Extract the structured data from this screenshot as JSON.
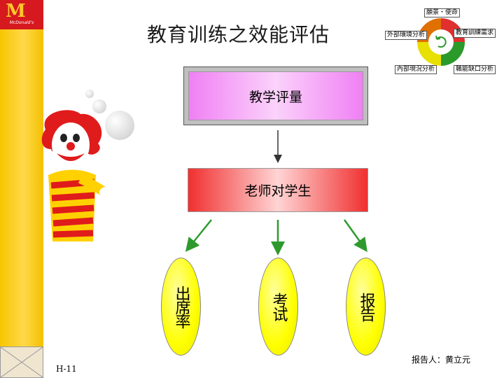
{
  "brand": {
    "logo_mark": "M",
    "logo_text": "McDonald's",
    "sidebar_color": "#f7c600",
    "logo_bg": "#d6181f"
  },
  "title": "教育训练之效能评估",
  "cycle_diagram": {
    "labels": {
      "top": "願景・使命",
      "left": "外部環境分析",
      "right": "教育訓練需求",
      "bottom_left": "內部現況分析",
      "bottom_right": "職能缺口分析"
    }
  },
  "flow": {
    "top_box": "教学评量",
    "middle_box": "老师对学生",
    "ovals": [
      "出席率",
      "考试",
      "报告"
    ]
  },
  "footer": {
    "reporter": "报告人：黄立元",
    "page_code": "H-11"
  },
  "colors": {
    "arrow_green": "#2e9a2e",
    "top_box": "#f080f4",
    "middle_box": "#f03030",
    "ovals": "#ffff00"
  }
}
